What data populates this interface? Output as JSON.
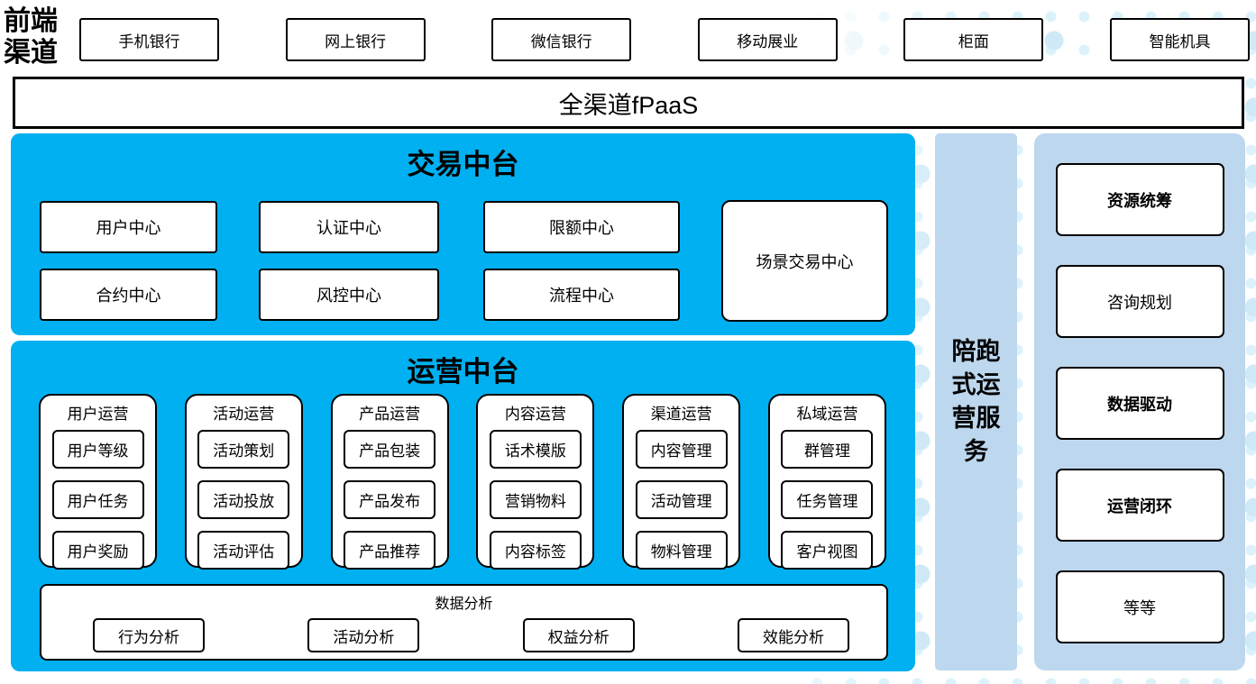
{
  "front_label": "前端渠道",
  "channels": [
    "手机银行",
    "网上银行",
    "微信银行",
    "移动展业",
    "柜面",
    "智能机具"
  ],
  "fpaas": "全渠道fPaaS",
  "trade": {
    "title": "交易中台",
    "row1": [
      "用户中心",
      "认证中心",
      "限额中心"
    ],
    "row2": [
      "合约中心",
      "风控中心",
      "流程中心"
    ],
    "tall": "场景交易中心"
  },
  "op": {
    "title": "运营中台",
    "columns": [
      {
        "header": "用户运营",
        "items": [
          "用户等级",
          "用户任务",
          "用户奖励"
        ]
      },
      {
        "header": "活动运营",
        "items": [
          "活动策划",
          "活动投放",
          "活动评估"
        ]
      },
      {
        "header": "产品运营",
        "items": [
          "产品包装",
          "产品发布",
          "产品推荐"
        ]
      },
      {
        "header": "内容运营",
        "items": [
          "话术模版",
          "营销物料",
          "内容标签"
        ]
      },
      {
        "header": "渠道运营",
        "items": [
          "内容管理",
          "活动管理",
          "物料管理"
        ]
      },
      {
        "header": "私域运营",
        "items": [
          "群管理",
          "任务管理",
          "客户视图"
        ]
      }
    ],
    "analysis": {
      "title": "数据分析",
      "items": [
        "行为分析",
        "活动分析",
        "权益分析",
        "效能分析"
      ]
    }
  },
  "side": {
    "label": "陪跑式运营服务"
  },
  "right": {
    "items": [
      {
        "label": "资源统筹"
      },
      {
        "label": "咨询规划"
      },
      {
        "label": "数据驱动"
      },
      {
        "label": "运营闭环"
      },
      {
        "label": "等等"
      }
    ]
  },
  "colors": {
    "bright_blue": "#00B0F0",
    "light_blue": "#BDD7EE",
    "dot_blue": "#CFE9F7"
  }
}
